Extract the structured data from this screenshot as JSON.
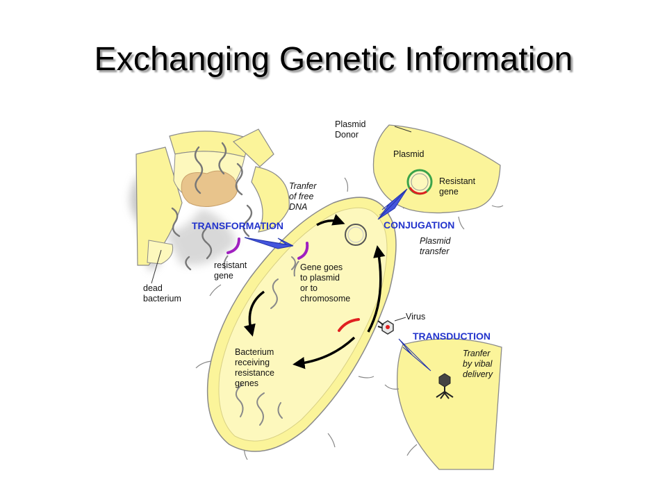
{
  "title": "Exchanging Genetic Information",
  "processes": {
    "transformation": {
      "name": "TRANSFORMATION",
      "desc": [
        "Tranfer",
        "of free",
        "DNA"
      ]
    },
    "conjugation": {
      "name": "CONJUGATION",
      "desc": [
        "Plasmid",
        "transfer"
      ]
    },
    "transduction": {
      "name": "TRANSDUCTION",
      "desc": [
        "Tranfer",
        "by vibal",
        "delivery"
      ]
    }
  },
  "labels": {
    "plasmid_donor": [
      "Plasmid",
      "Donor"
    ],
    "plasmid": "Plasmid",
    "resistant_gene_donor": [
      "Resistant",
      "gene"
    ],
    "resistant_gene": [
      "resistant",
      "gene"
    ],
    "dead_bacterium": [
      "dead",
      "bacterium"
    ],
    "gene_goes": [
      "Gene goes",
      "to plasmid",
      "or to",
      "chromosome"
    ],
    "virus": "Virus",
    "bacterium_receiving": [
      "Bacterium",
      "receiving",
      "resistance",
      "genes"
    ]
  },
  "colors": {
    "cell_fill": "#fbf49a",
    "cell_inner": "#fdf8bd",
    "outline": "#8a8a8a",
    "process_text": "#2233cc",
    "arrow_blue": "#4455dd",
    "gene_purple": "#a020c0",
    "gene_red": "#e02020",
    "plasmid_green": "#3aa34a",
    "nucleoid": "#e8c48c"
  }
}
